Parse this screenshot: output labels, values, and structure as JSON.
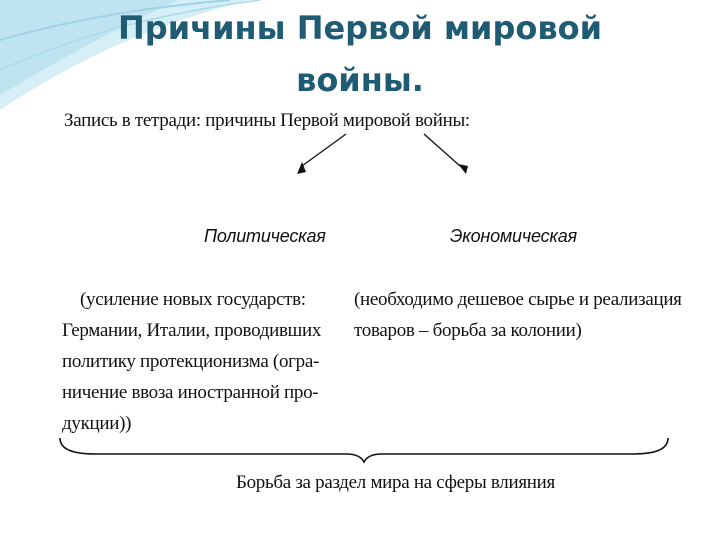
{
  "slide": {
    "title": "Причины Первой мировой войны."
  },
  "note": {
    "heading": "Запись в тетради: причины Первой мировой войны:",
    "causes": {
      "political": "Политическая",
      "economic": "Экономическая"
    },
    "political_details": [
      "(усиление новых государств:",
      "Германии, Италии, проводивших",
      "политику протекционизма (огра-",
      "ничение ввоза иностранной про-",
      "дукции))"
    ],
    "economic_details": [
      "(необходимо  дешевое сырье и реализация",
      "товаров – борьба за колонии)"
    ],
    "conclusion": "Борьба за раздел мира на сферы влияния"
  },
  "theme": {
    "title_color": "#1f5b73",
    "wave_color": "#bfe3ef",
    "ink_color": "#111111"
  }
}
